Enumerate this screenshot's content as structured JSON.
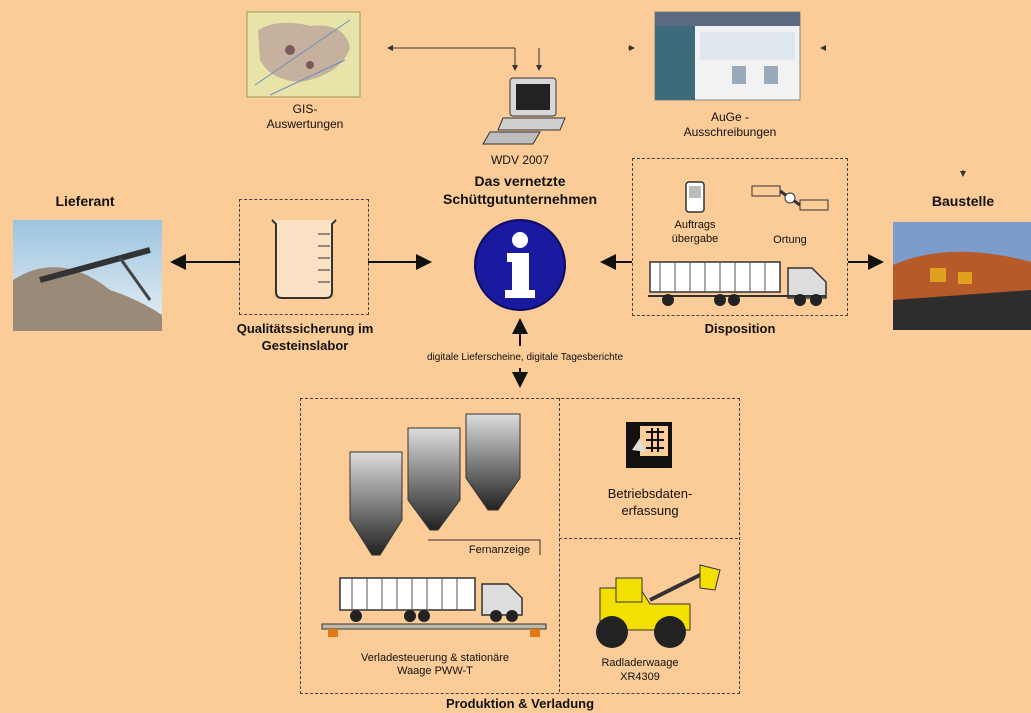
{
  "gis": {
    "label": "GIS-\nAuswertungen"
  },
  "auge": {
    "label": "AuGe -\nAusschreibungen"
  },
  "center": {
    "version": "WDV 2007",
    "title": "Das vernetzte\nSchüttgutunternehmen"
  },
  "lieferant": {
    "label": "Lieferant"
  },
  "baustelle": {
    "label": "Baustelle"
  },
  "quality": {
    "label": "Qualitätssicherung im\nGesteinslabor"
  },
  "disposition": {
    "label": "Disposition",
    "auftrag": "Auftrags\nübergabe",
    "ortung": "Ortung"
  },
  "digital": {
    "label": "digitale Lieferscheine, digitale Tagesberichte"
  },
  "production": {
    "label": "Produktion & Verladung",
    "fernanzeige": "Fernanzeige",
    "verlade": "Verladesteuerung & stationäre\nWaage PWW-T",
    "betrieb": "Betriebsdaten-\nerfassung",
    "radlader": "Radladerwaage\nXR4309"
  }
}
